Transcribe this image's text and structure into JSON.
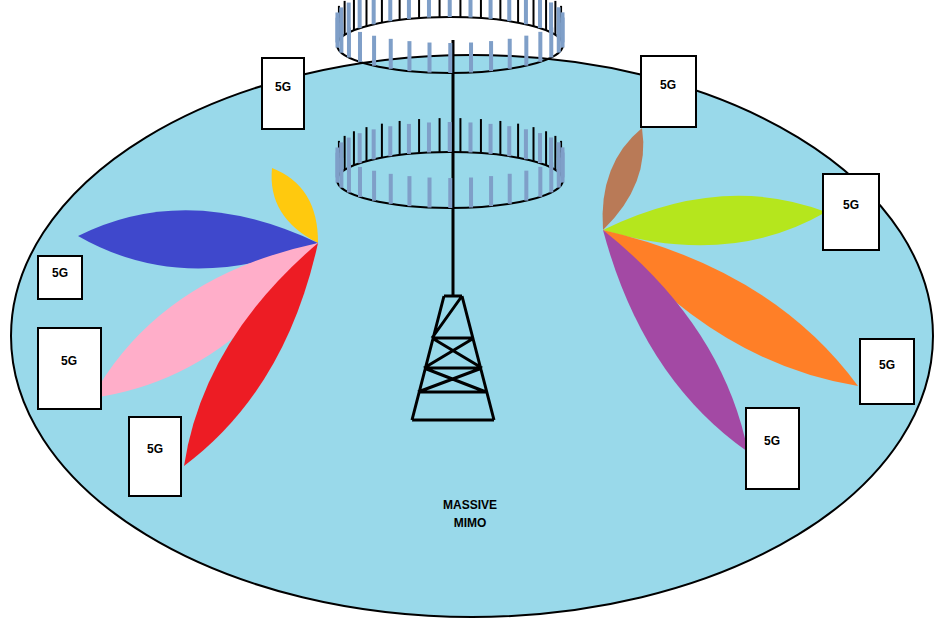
{
  "diagram": {
    "nodes": [
      {
        "text": [
          "MASSIVE MIMO"
        ]
      },
      {
        "text": [
          "5G"
        ],
        "in": 0
      },
      {
        "text": [
          "5G"
        ],
        "in": 0
      },
      {
        "text": [
          "5G"
        ],
        "in": 0
      },
      {
        "text": [
          "5G"
        ],
        "in": 0
      },
      {
        "text": [
          "5G"
        ],
        "in": 0
      },
      {
        "text": [
          "5G"
        ],
        "in": 0
      },
      {
        "text": [
          "5G"
        ],
        "in": 0
      },
      {
        "text": [
          "5G"
        ],
        "in": 0
      }
    ]
  }
}
